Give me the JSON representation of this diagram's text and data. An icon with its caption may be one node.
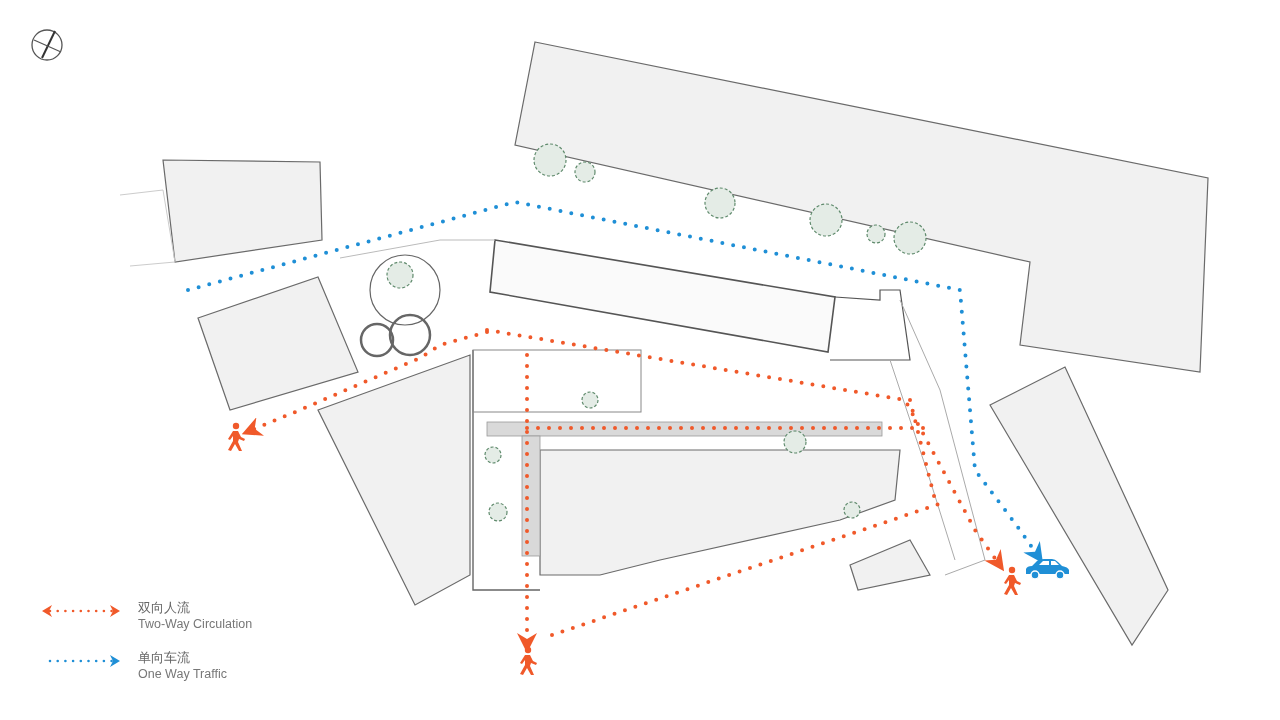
{
  "diagram": {
    "nodes": [
      {
        "text": [],
        "shape": "person"
      },
      {
        "text": [],
        "shape": "person"
      },
      {
        "text": [],
        "shape": "person"
      },
      {
        "text": [],
        "shape": "picture"
      }
    ],
    "edges": [
      {
        "from": null,
        "to": 0,
        "arrow": "to",
        "style": "dashed"
      },
      {
        "from": null,
        "to": 1,
        "arrow": "to",
        "style": "dashed"
      },
      {
        "from": null,
        "to": 2,
        "arrow": "to",
        "style": "dashed"
      },
      {
        "from": null,
        "to": 3,
        "arrow": "to",
        "style": "dashed",
        "color": "#1f8fd6"
      }
    ],
    "labels": [
      "Two-Way Circulation",
      "One Way Traffic"
    ],
    "legend": [
      {
        "text": "双向人流"
      },
      {
        "text": "单向车流"
      }
    ]
  }
}
